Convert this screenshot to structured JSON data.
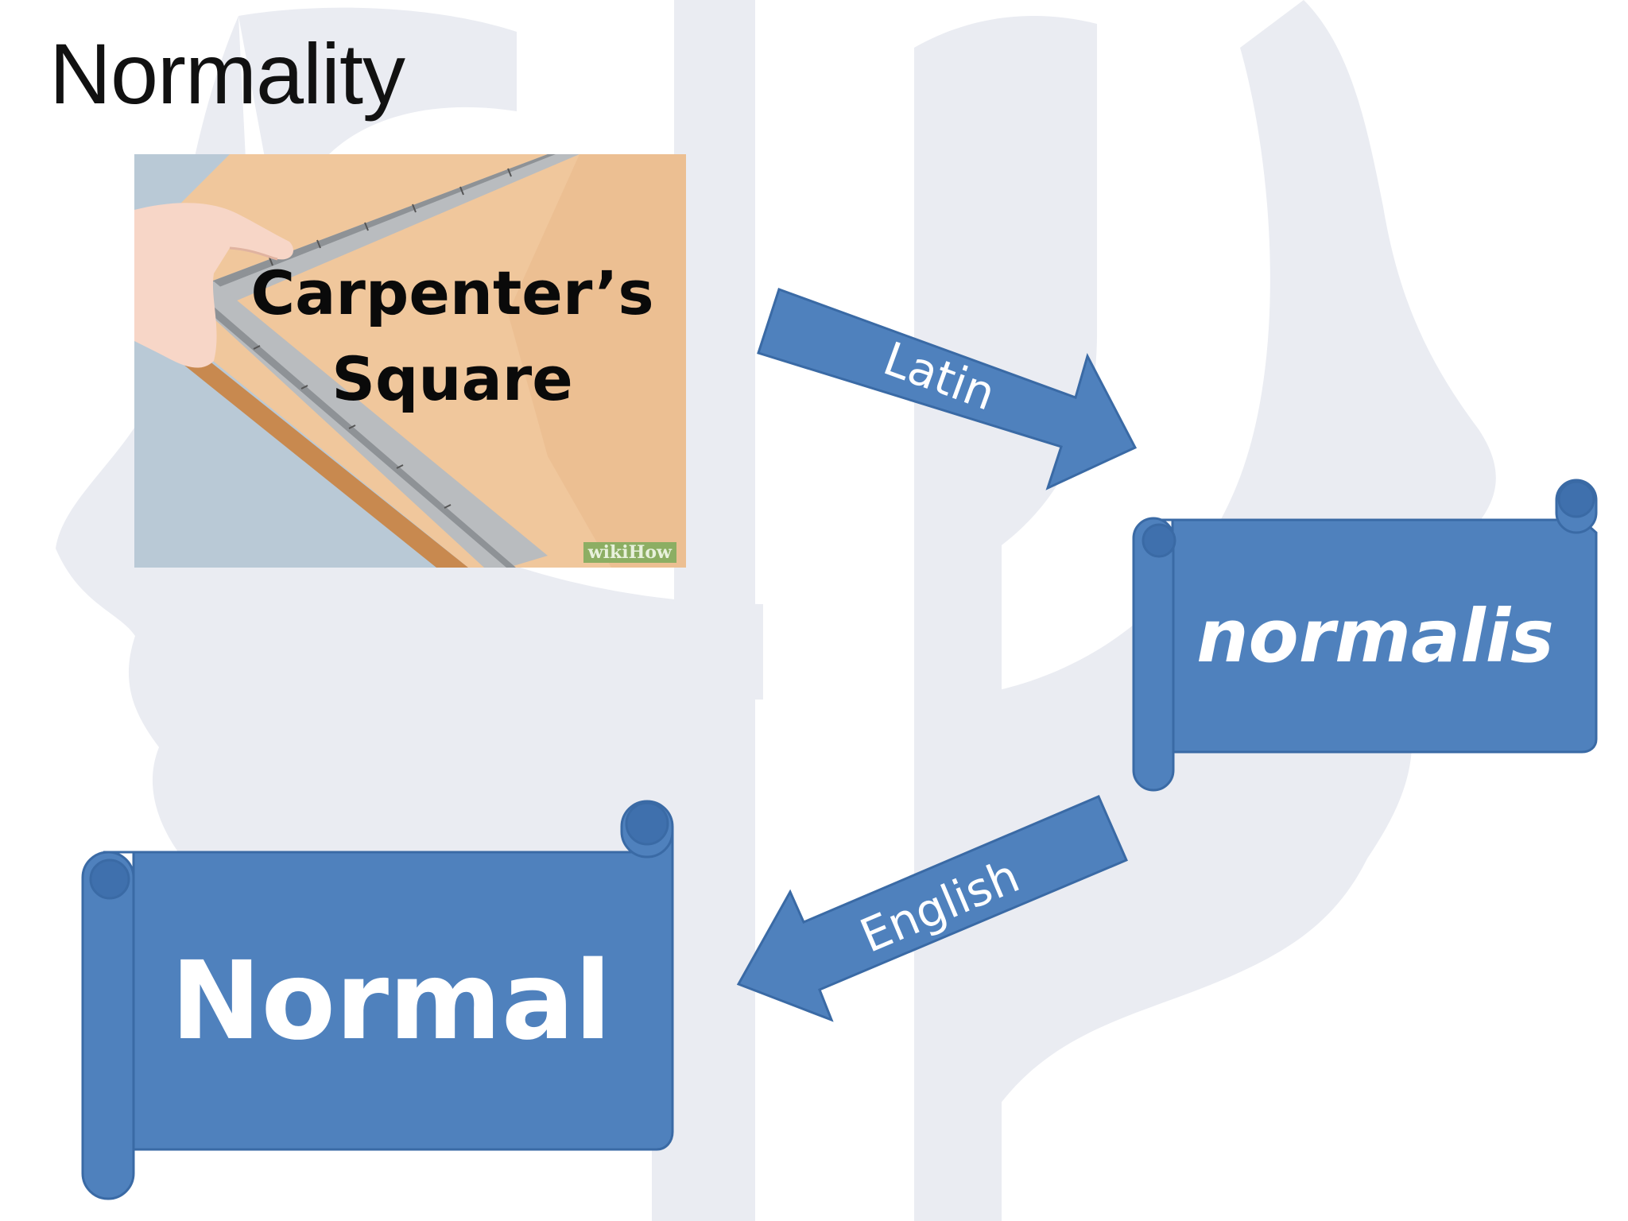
{
  "slide": {
    "title": "Normality"
  },
  "image": {
    "caption_line1": "Carpenter’s",
    "caption_line2": "Square",
    "watermark": "wikiHow"
  },
  "arrows": {
    "top_label": "Latin",
    "bottom_label": "English"
  },
  "scrolls": {
    "latin_word": "normalis",
    "english_word": "Normal"
  },
  "colors": {
    "shape_fill": "#4f81bd",
    "shape_stroke": "#3a6aa5",
    "background_symbol": "#eaecf2"
  }
}
